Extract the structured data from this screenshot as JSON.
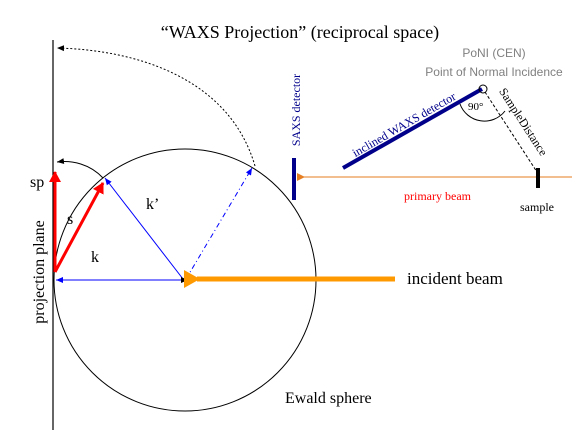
{
  "title": "“WAXS Projection” (reciprocal space)",
  "labels": {
    "sp": "sp",
    "s": "s",
    "k_prime": "k’",
    "k": "k",
    "projection_plane": "projection plane",
    "incident_beam": "incident beam",
    "ewald_sphere": "Ewald sphere",
    "saxs_detector": "SAXS detector",
    "inclined_waxs_detector": "inclined WAXS detector",
    "poni_line1": "PoNI (CEN)",
    "poni_line2": "Point of Normal Incidence",
    "angle_90": "90°",
    "sample_distance": "SampleDistance",
    "primary_beam": "primary beam",
    "sample": "sample"
  },
  "colors": {
    "black": "#000000",
    "blue": "#0000ff",
    "navy": "#00008b",
    "red": "#ff0000",
    "orange": "#ff9900",
    "gray": "#808080",
    "primary_beam_line": "#e67e22"
  }
}
